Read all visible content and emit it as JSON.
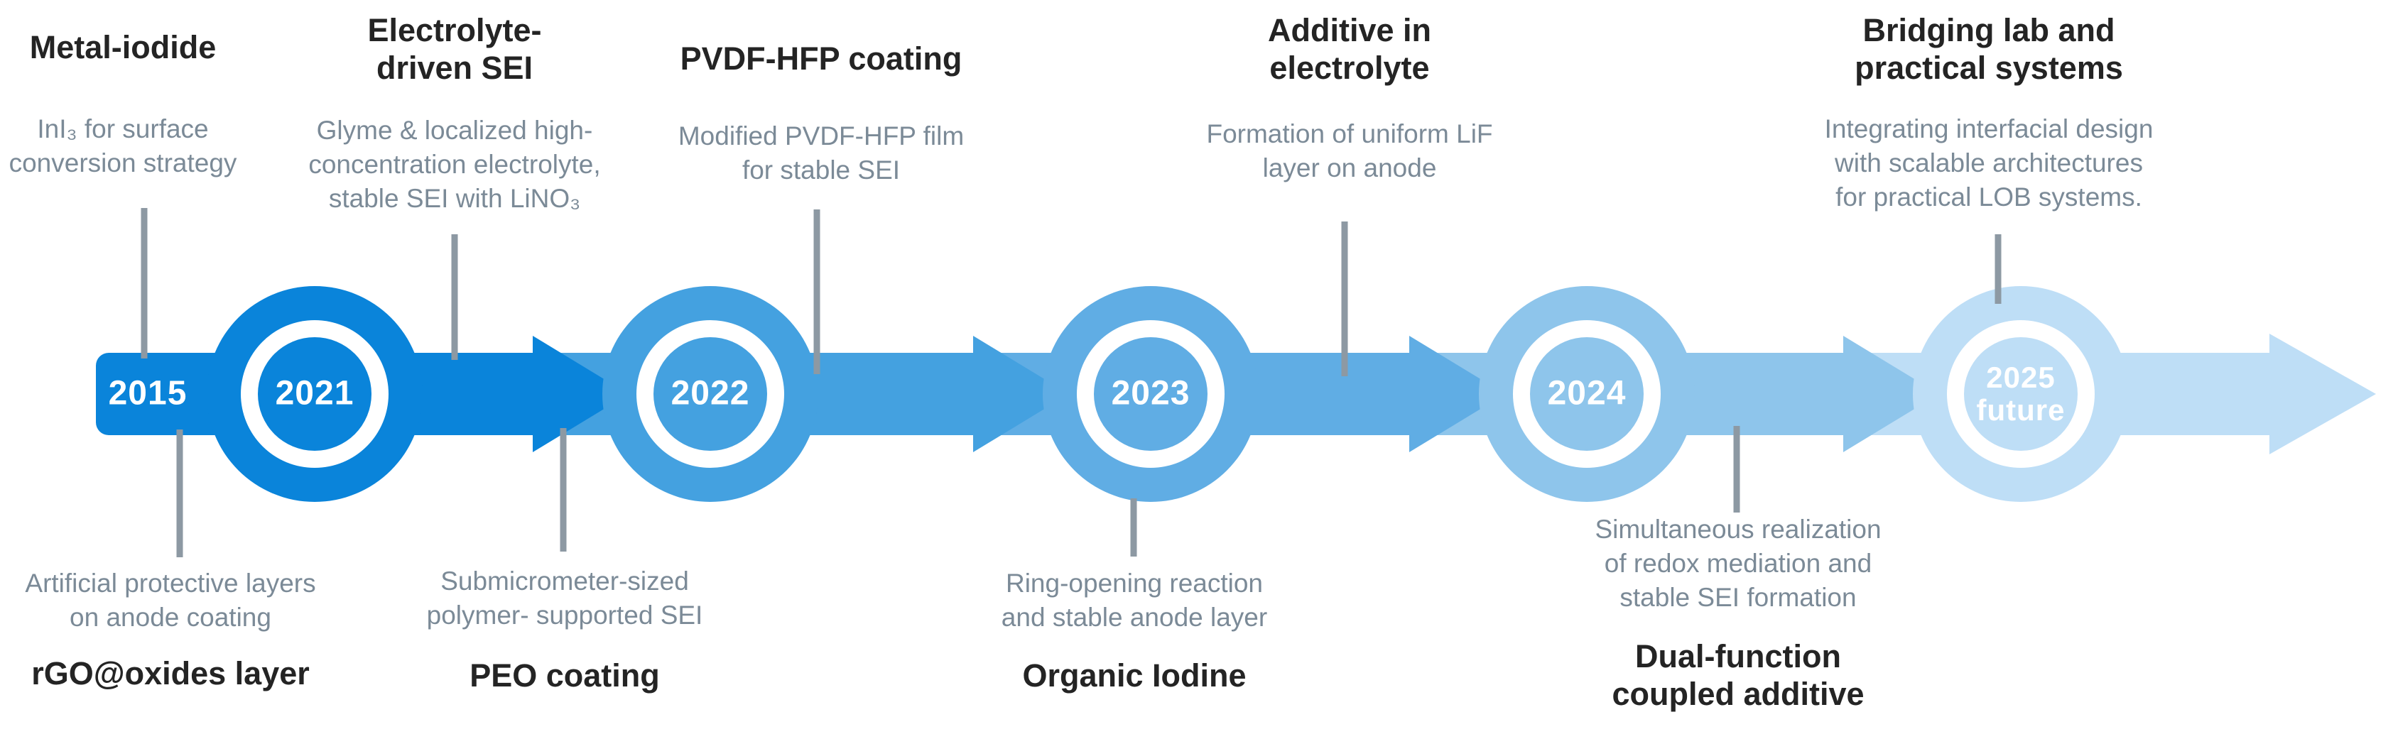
{
  "colors": {
    "segment1": "#0a84da",
    "segment2": "#44a1e0",
    "segment3": "#60ade4",
    "segment4": "#8ec5eb",
    "segment5": "#bedef6",
    "connector": "#8d99a3",
    "heading": "#242424",
    "note": "#7b8a97",
    "year": "#ffffff",
    "background": "#ffffff"
  },
  "timeline": {
    "markers": [
      {
        "label": "2015"
      },
      {
        "label": "2021"
      },
      {
        "label": "2022"
      },
      {
        "label": "2023"
      },
      {
        "label": "2024"
      },
      {
        "label": "2025\nfuture"
      }
    ]
  },
  "top_sections": [
    {
      "heading": "Metal-iodide",
      "note": "InI₃ for surface\nconversion strategy"
    },
    {
      "heading": "Electrolyte-\ndriven SEI",
      "note": "Glyme & localized high-\nconcentration electrolyte,\nstable SEI with LiNO₃"
    },
    {
      "heading": "PVDF-HFP coating",
      "note": "Modified PVDF-HFP film\nfor stable SEI"
    },
    {
      "heading": "Additive in\nelectrolyte",
      "note": "Formation of uniform LiF\nlayer on anode"
    },
    {
      "heading": "Bridging lab and\npractical systems",
      "note": "Integrating interfacial design\nwith scalable architectures\nfor practical LOB systems."
    }
  ],
  "bottom_sections": [
    {
      "note": "Artificial protective layers\non anode coating",
      "heading": "rGO@oxides layer"
    },
    {
      "note": "Submicrometer-sized\npolymer- supported SEI",
      "heading": "PEO coating"
    },
    {
      "note": "Ring-opening reaction\nand stable anode layer",
      "heading": "Organic Iodine"
    },
    {
      "note": "Simultaneous realization\nof redox mediation and\nstable SEI formation",
      "heading": "Dual-function\ncoupled additive"
    }
  ]
}
